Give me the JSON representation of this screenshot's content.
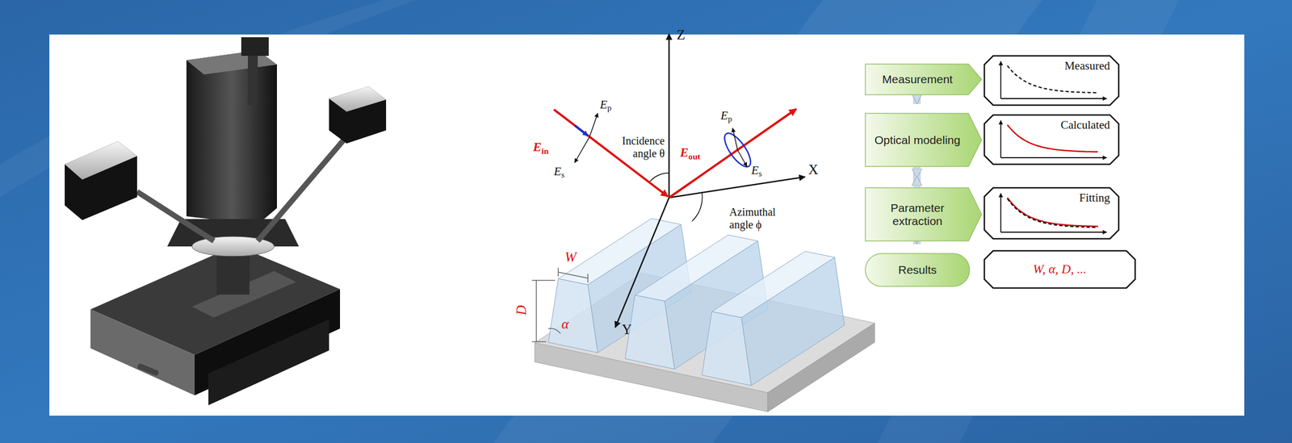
{
  "diagram": {
    "nodes": [
      {
        "text": [
          "Measurement"
        ]
      },
      {
        "text": [
          "Measured"
        ]
      },
      {
        "text": [
          "Optical modeling"
        ]
      },
      {
        "text": [
          "Calculated"
        ]
      },
      {
        "text": [
          "Parameter extraction"
        ]
      },
      {
        "text": [
          "Fitting"
        ]
      },
      {
        "text": [
          "Results"
        ]
      },
      {
        "text": [
          "W, α, D, ..."
        ]
      }
    ],
    "edges": [
      {
        "from": 0,
        "to": 2,
        "arrow": "to"
      },
      {
        "from": 2,
        "to": 4,
        "arrow": "to"
      },
      {
        "from": 4,
        "to": 6,
        "arrow": "to"
      },
      {
        "from": 4,
        "to": 2,
        "arrow": "to"
      }
    ],
    "labels": [
      "Ep",
      "Es",
      "Ein",
      "Incidence angle θ",
      "Z",
      "Eout",
      "Ep",
      "Es",
      "X",
      "Azimuthal angle ϕ",
      "Y",
      "W",
      "D",
      "α"
    ]
  }
}
